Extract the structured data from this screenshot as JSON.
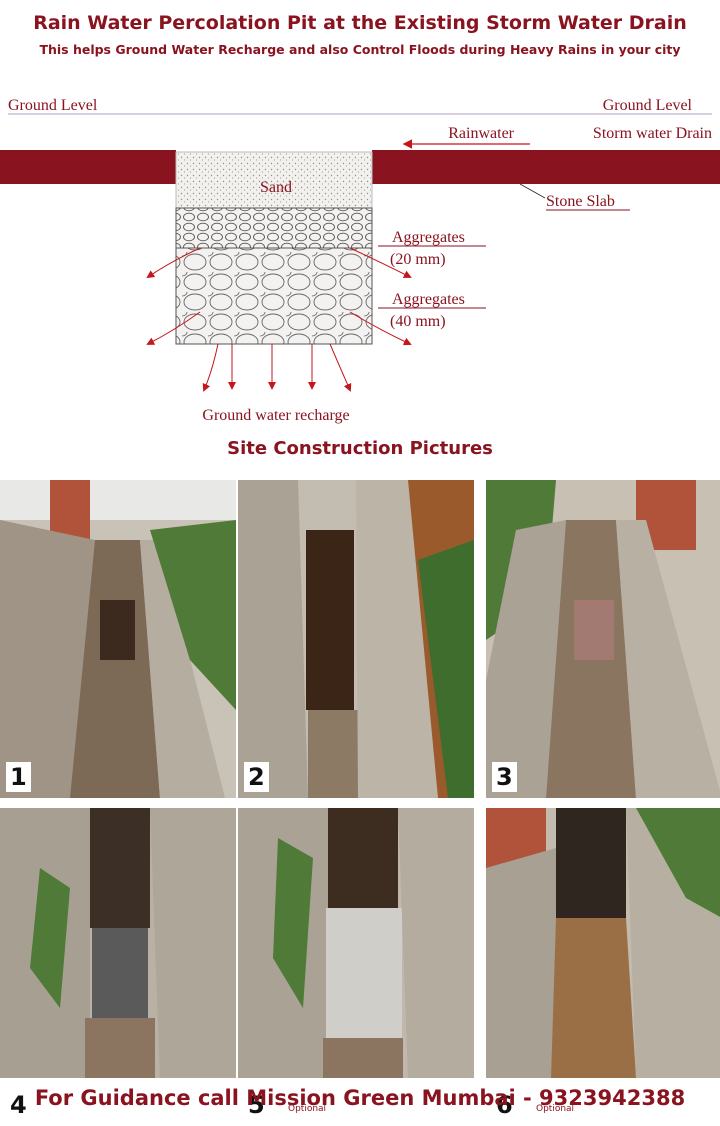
{
  "header": {
    "title": "Rain Water Percolation Pit at the Existing Storm Water Drain",
    "subtitle": "This helps Ground Water Recharge and also Control Floods during Heavy Rains in your city"
  },
  "diagram": {
    "ground_level_left": "Ground Level",
    "ground_level_right": "Ground Level",
    "rainwater": "Rainwater",
    "storm_drain": "Storm water Drain",
    "stone_slab": "Stone Slab",
    "sand": "Sand",
    "agg20_line1": "Aggregates",
    "agg20_line2": "(20 mm)",
    "agg40_line1": "Aggregates",
    "agg40_line2": "(40 mm)",
    "recharge": "Ground water recharge"
  },
  "section": {
    "title": "Site Construction Pictures"
  },
  "photos": [
    {
      "number": "1",
      "optional": ""
    },
    {
      "number": "2",
      "optional": ""
    },
    {
      "number": "3",
      "optional": ""
    },
    {
      "number": "4",
      "optional": ""
    },
    {
      "number": "5",
      "optional": "Optional"
    },
    {
      "number": "6",
      "optional": "Optional"
    }
  ],
  "footer": {
    "text": "For Guidance call Mission Green Mumbai - 9323942388"
  },
  "colors": {
    "accent": "#8a1320",
    "slab": "#8a1320"
  }
}
